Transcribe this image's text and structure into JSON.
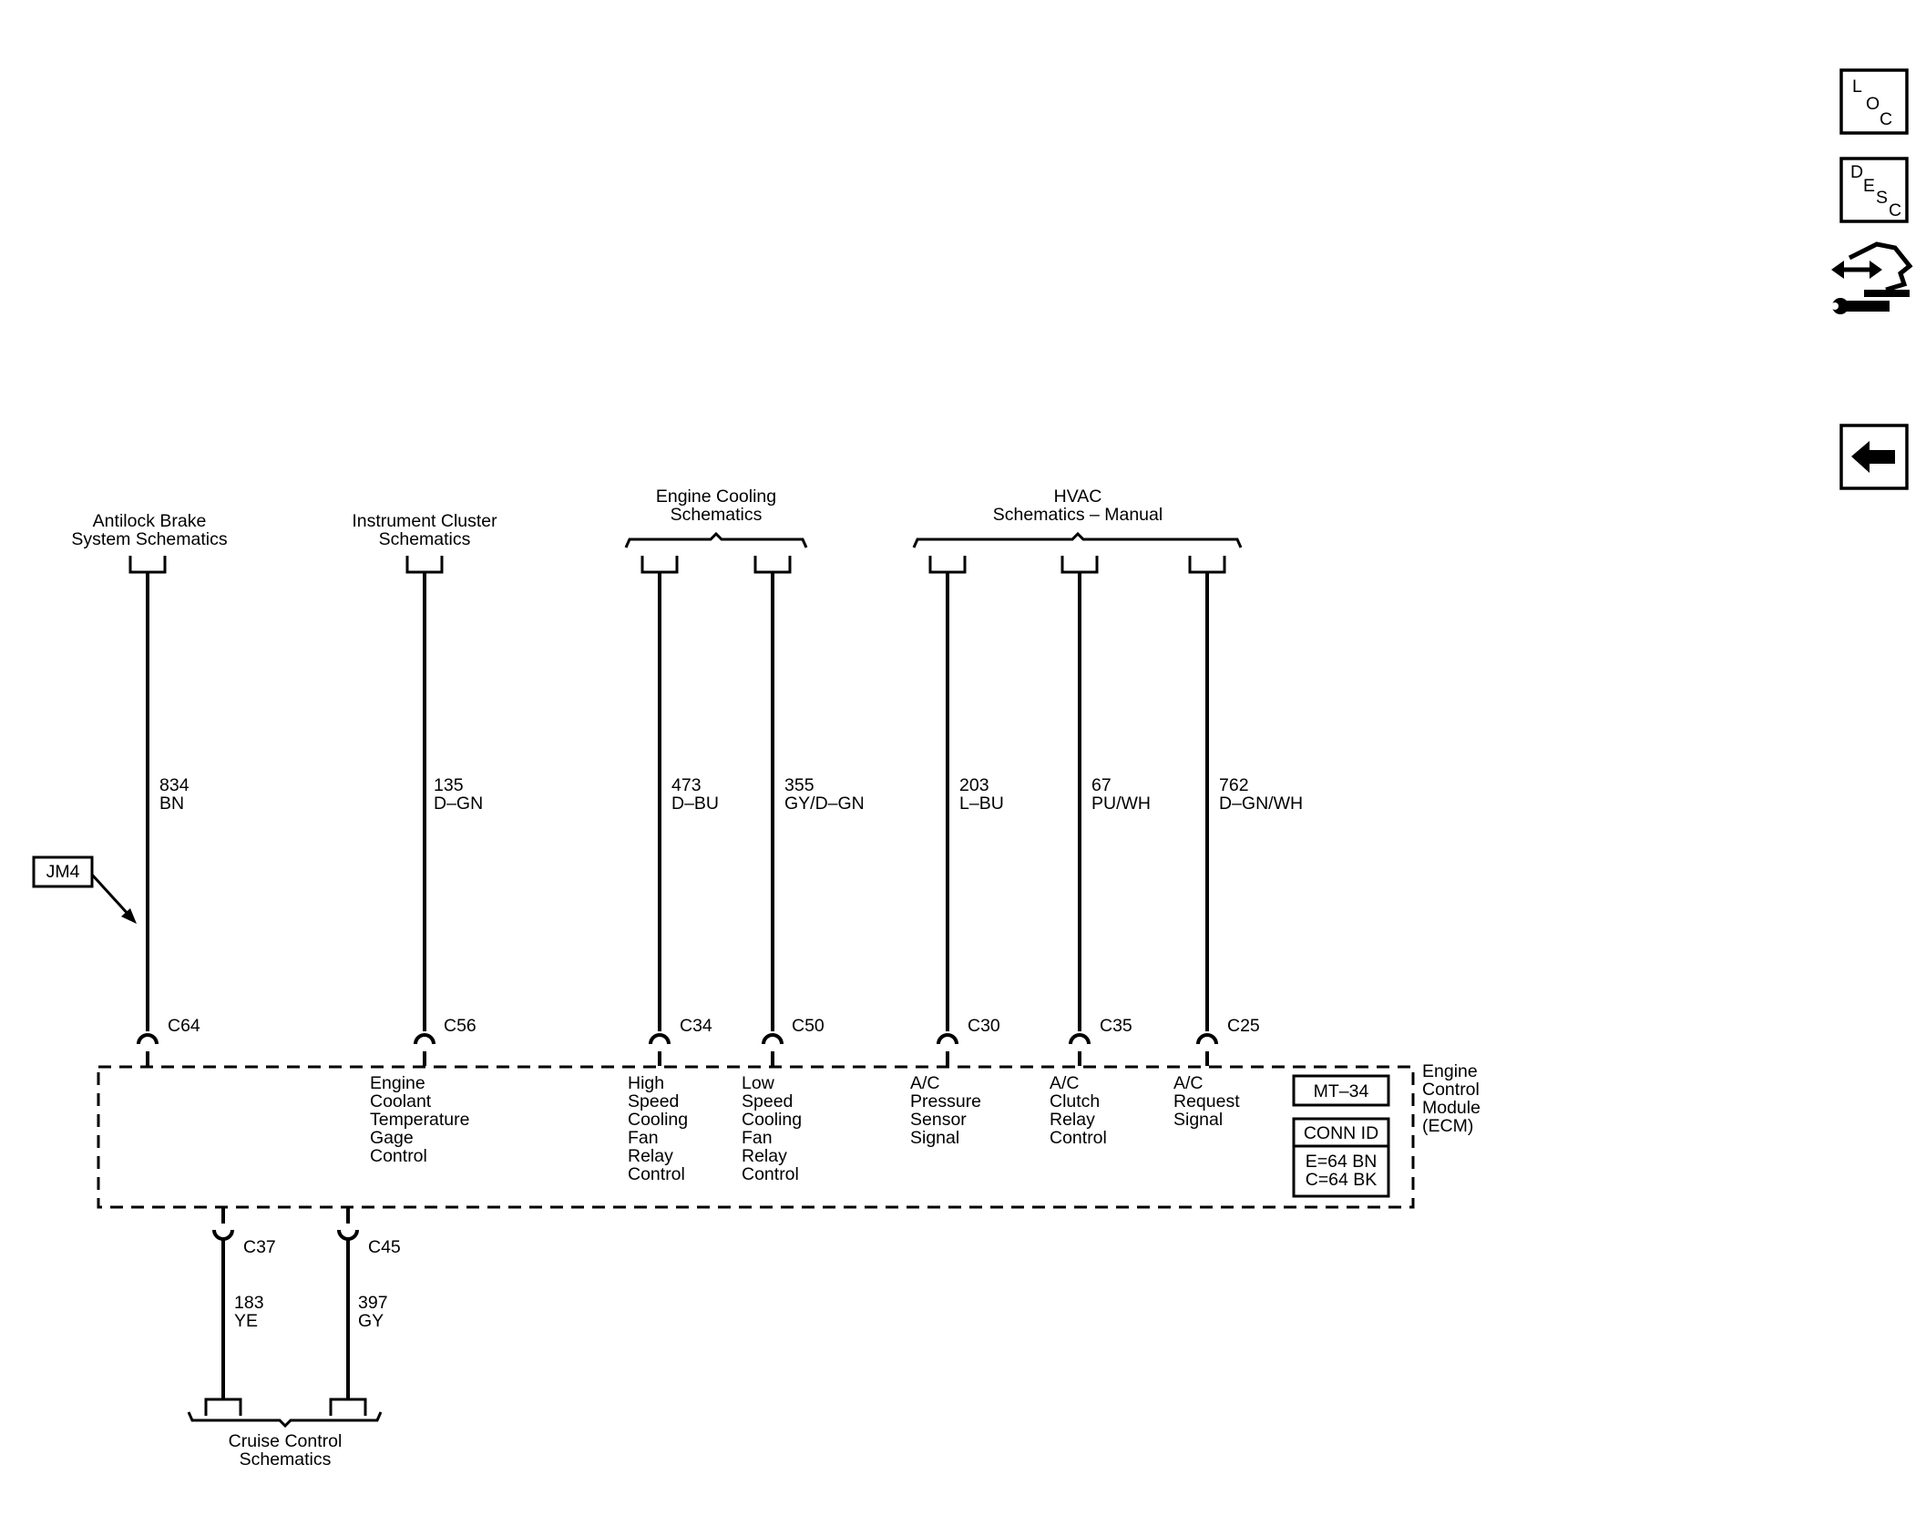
{
  "side_icons": {
    "loc": {
      "l1": "L",
      "l2": "O",
      "l3": "C"
    },
    "desc": {
      "l1": "D",
      "l2": "E",
      "l3": "S",
      "l4": "C"
    },
    "connector_end_view_icon": "connector-wrench-icon",
    "back_icon": "back-arrow-icon"
  },
  "groups": {
    "abs": [
      "Antilock Brake",
      "System Schematics"
    ],
    "ipc": [
      "Instrument Cluster",
      "Schematics"
    ],
    "cooling": [
      "Engine Cooling",
      "Schematics"
    ],
    "hvac": [
      "HVAC",
      "Schematics – Manual"
    ],
    "cruise": [
      "Cruise Control",
      "Schematics"
    ]
  },
  "top_circuits": [
    {
      "pin": "C64",
      "circuit": "834",
      "color": "BN",
      "function": []
    },
    {
      "pin": "C56",
      "circuit": "135",
      "color": "D–GN",
      "function": [
        "Engine",
        "Coolant",
        "Temperature",
        "Gage",
        "Control"
      ]
    },
    {
      "pin": "C34",
      "circuit": "473",
      "color": "D–BU",
      "function": [
        "High",
        "Speed",
        "Cooling",
        "Fan",
        "Relay",
        "Control"
      ]
    },
    {
      "pin": "C50",
      "circuit": "355",
      "color": "GY/D–GN",
      "function": [
        "Low",
        "Speed",
        "Cooling",
        "Fan",
        "Relay",
        "Control"
      ]
    },
    {
      "pin": "C30",
      "circuit": "203",
      "color": "L–BU",
      "function": [
        "A/C",
        "Pressure",
        "Sensor",
        "Signal"
      ]
    },
    {
      "pin": "C35",
      "circuit": "67",
      "color": "PU/WH",
      "function": [
        "A/C",
        "Clutch",
        "Relay",
        "Control"
      ]
    },
    {
      "pin": "C25",
      "circuit": "762",
      "color": "D–GN/WH",
      "function": [
        "A/C",
        "Request",
        "Signal"
      ]
    }
  ],
  "bottom_circuits": [
    {
      "pin": "C37",
      "circuit": "183",
      "color": "YE"
    },
    {
      "pin": "C45",
      "circuit": "397",
      "color": "GY"
    }
  ],
  "jm4_label": "JM4",
  "module": {
    "name": [
      "Engine",
      "Control",
      "Module",
      "(ECM)"
    ],
    "ref": "MT–34",
    "conn_id_title": "CONN ID",
    "conn_id_lines": [
      "E=64 BN",
      "C=64 BK"
    ]
  }
}
